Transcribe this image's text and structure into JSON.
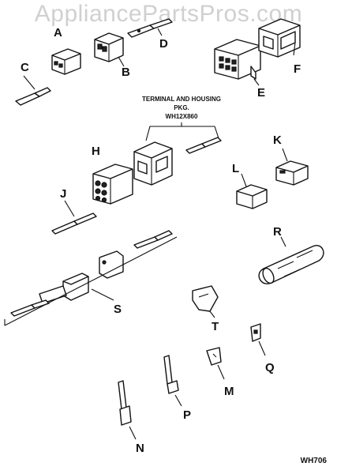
{
  "watermark": "AppliancePartsPros.com",
  "package_note": {
    "line1": "TERMINAL AND HOUSING",
    "line2": "PKG.",
    "line3": "WH12X860"
  },
  "figure_id": "WH706",
  "callouts": {
    "A": "A",
    "B": "B",
    "C": "C",
    "D": "D",
    "E": "E",
    "F": "F",
    "H": "H",
    "J": "J",
    "K": "K",
    "L": "L",
    "M": "M",
    "N": "N",
    "P": "P",
    "Q": "Q",
    "R": "R",
    "S": "S",
    "T": "T"
  }
}
